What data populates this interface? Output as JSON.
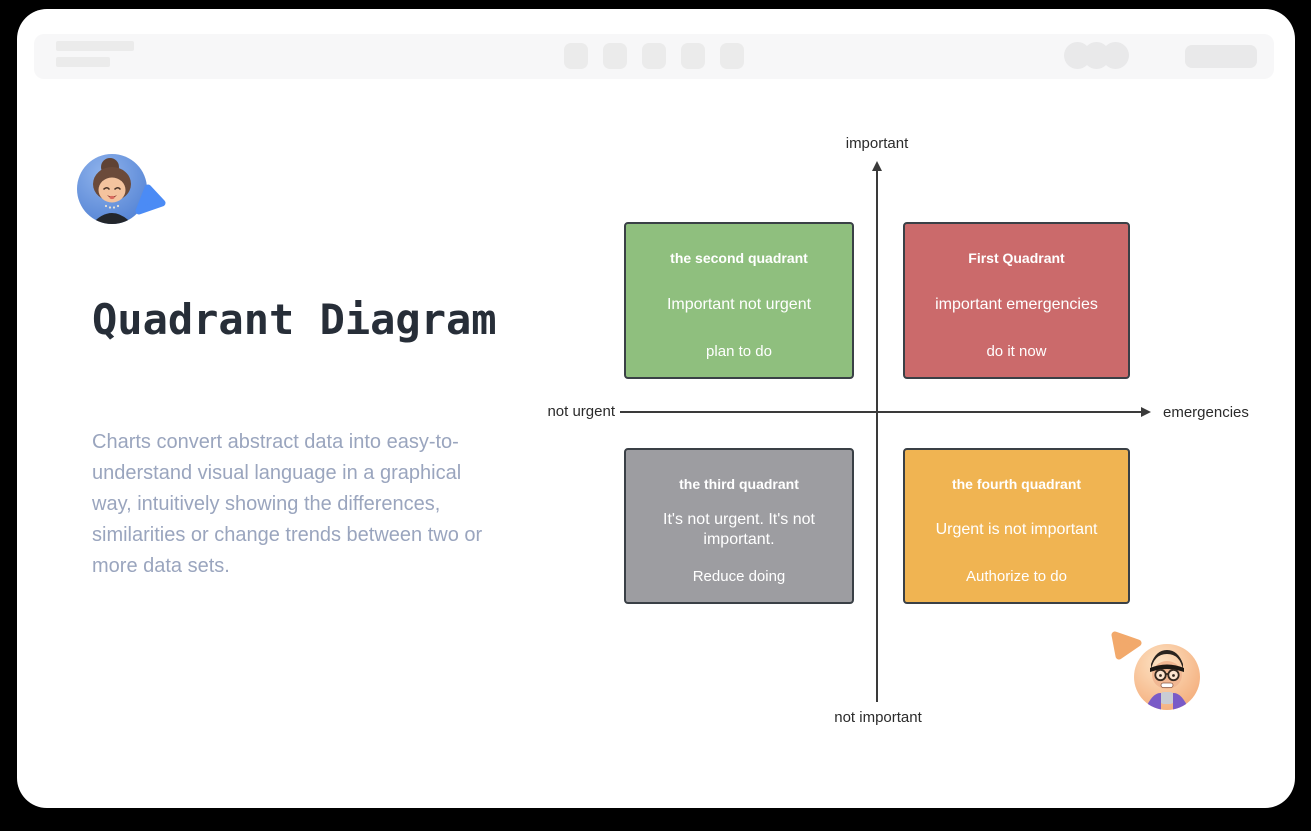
{
  "window": {
    "toolbar": {
      "background_color": "#f7f7f8",
      "placeholder_color": "#ebebeb"
    }
  },
  "intro": {
    "title": "Quadrant Diagram",
    "title_color": "#272e38",
    "description": "Charts convert abstract data into easy-to-understand visual language in a graphical way, intuitively showing the differences, similarities or change trends between two or more data sets.",
    "description_color": "#9aa5be"
  },
  "diagram": {
    "axis_color": "#3a3a3a",
    "axis_labels": {
      "top": "important",
      "bottom": "not important",
      "left": "not urgent",
      "right": "emergencies"
    },
    "text_color": "#ffffff",
    "border_color": "#3a4046",
    "quadrants": [
      {
        "position": "top-left",
        "title": "the second quadrant",
        "subtitle": "Important not urgent",
        "action": "plan to do",
        "color": "#8fbf7e"
      },
      {
        "position": "top-right",
        "title": "First Quadrant",
        "subtitle": "important emergencies",
        "action": "do it now",
        "color": "#cb6a6b"
      },
      {
        "position": "bottom-left",
        "title": "the third quadrant",
        "subtitle": "It's not urgent. It's not important.",
        "action": "Reduce doing",
        "color": "#9d9da1"
      },
      {
        "position": "bottom-right",
        "title": "the fourth quadrant",
        "subtitle": "Urgent is not important",
        "action": "Authorize to do",
        "color": "#f0b452"
      }
    ]
  },
  "collaborators": {
    "left": {
      "avatar": "woman-avatar",
      "avatar_bg": "#5c8fdd",
      "cursor_color": "#4b8bf5"
    },
    "right": {
      "avatar": "man-avatar",
      "avatar_bg": "#f6bd8f",
      "cursor_color": "#f2a96b"
    }
  }
}
